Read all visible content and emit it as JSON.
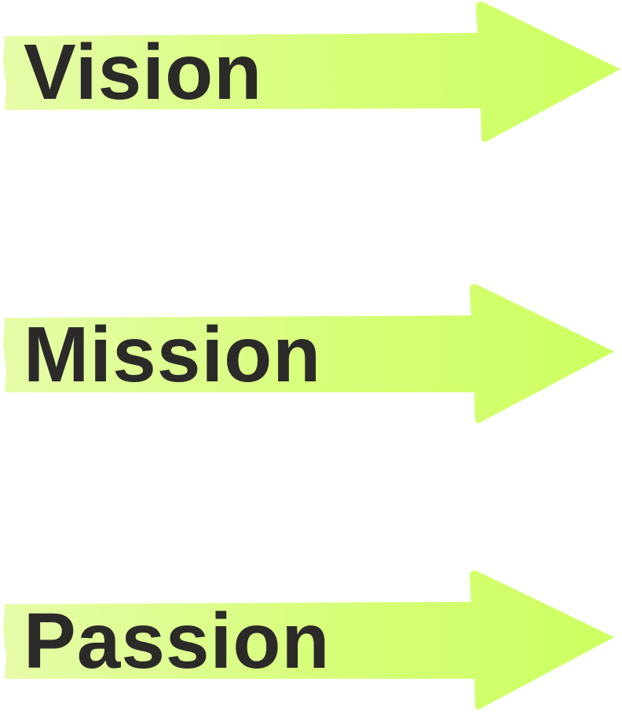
{
  "arrows": [
    {
      "label": "Vision"
    },
    {
      "label": "Mission"
    },
    {
      "label": "Passion"
    }
  ],
  "colors": {
    "arrow_light": "#e6fca8",
    "arrow_bright": "#cdff60",
    "text": "#2b2a28"
  }
}
